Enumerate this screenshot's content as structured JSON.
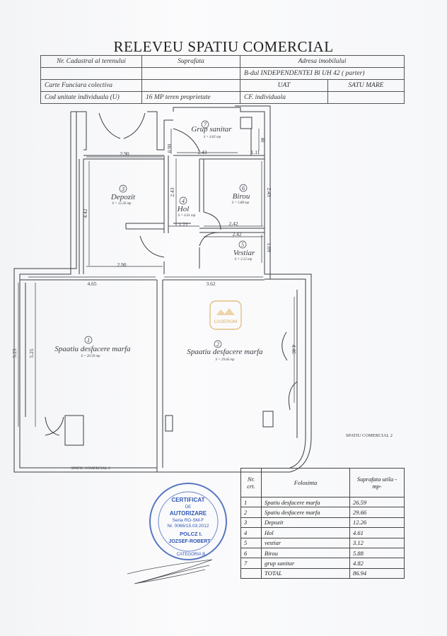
{
  "title": "RELEVEU SPATIU COMERCIAL",
  "header_rows": [
    [
      "Nr. Cadastral al terenului",
      "Suprafata",
      "Adresa imobilului",
      ""
    ],
    [
      "",
      "",
      "B-dul INDEPENDENTEI Bl UH 42 ( parter)",
      ""
    ],
    [
      "Carte Funciara colectiva",
      "",
      "UAT",
      "SATU MARE"
    ],
    [
      "Cod unitate individuala (U)",
      "16 MP teren proprietate",
      "CF. individuala",
      ""
    ]
  ],
  "rooms": [
    {
      "no": "7",
      "name": "Grup sanitar",
      "area": "S = 4.82 mp"
    },
    {
      "no": "3",
      "name": "Depozit",
      "area": "S = 12.26 mp"
    },
    {
      "no": "4",
      "name": "Hol",
      "area": "S = 4.61 mp"
    },
    {
      "no": "6",
      "name": "Birou",
      "area": "S = 5.88 mp"
    },
    {
      "no": "5",
      "name": "Vestiar",
      "area": "S = 3.12 mp"
    },
    {
      "no": "1",
      "name": "Spaatiu desfacere marfa",
      "area": "S = 26.59 mp"
    },
    {
      "no": "2",
      "name": "Spaatiu desfacere marfa",
      "area": "S = 29.66 mp"
    }
  ],
  "dimensions": [
    "2.90",
    "0.90",
    "2.43",
    "1.11",
    "40",
    "4.42",
    "2.43",
    "2.43",
    "1.22",
    "2.42",
    "2.42",
    "1.09",
    "2.90",
    "4.65",
    "3.62",
    "5.25",
    "5.25",
    "4.46"
  ],
  "plan_labels": {
    "spatiu_right": "SPATIU COMERCIAL 2",
    "spatiu_bottom": "SPATIU COMERCIAL 2"
  },
  "legend": {
    "headers": [
      "Nr. crt.",
      "Folosinta",
      "Suprafata utila -mp-"
    ],
    "rows": [
      [
        "1",
        "Spatiu desfacere marfa",
        "26.59"
      ],
      [
        "2",
        "Spatiu desfacere marfa",
        "29.66"
      ],
      [
        "3",
        "Depozit",
        "12.26"
      ],
      [
        "4",
        "Hol",
        "4.61"
      ],
      [
        "5",
        "vestiar",
        "3.12"
      ],
      [
        "6",
        "Birou",
        "5.88"
      ],
      [
        "7",
        "grup sanitar",
        "4.82"
      ],
      [
        "",
        "TOTAL",
        "86.94"
      ]
    ]
  },
  "stamp": {
    "line1": "CERTIFICAT",
    "line2": "DE",
    "line3": "AUTORIZARE",
    "line4": "Seria RO-SM-F",
    "line5": "Nr. 0066/15.03.2012",
    "line6": "POLCZ I.",
    "line7": "JOZSEF-ROBERT",
    "line8": "CATEGORIA B"
  },
  "watermark": "CASEROM",
  "colors": {
    "ink": "#3a3d44",
    "stamp": "#2f56b3",
    "watermark": "#d9a650"
  }
}
